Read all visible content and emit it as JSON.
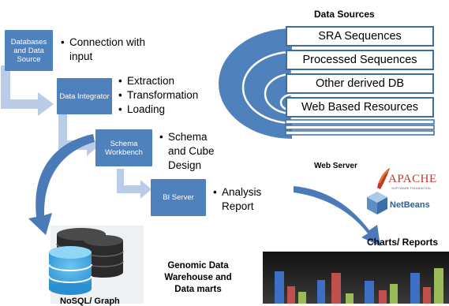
{
  "pipeline": [
    {
      "box": "Databases and Data Source",
      "bullets": [
        "Connection with input"
      ]
    },
    {
      "box": "Data Integrator",
      "bullets": [
        "Extraction",
        "Transformation",
        "Loading"
      ]
    },
    {
      "box": "Schema Workbench",
      "bullets": [
        "Schema and Cube Design"
      ]
    },
    {
      "box": "BI Server",
      "bullets": [
        "Analysis Report"
      ]
    }
  ],
  "data_sources": {
    "title": "Data Sources",
    "items": [
      "SRA Sequences",
      "Processed Sequences",
      "Other derived DB",
      "Web Based Resources"
    ]
  },
  "web_server": {
    "label": "Web Server",
    "apache_logo": "APACHE",
    "apache_sub": "SOFTWARE FOUNDATION",
    "netbeans_logo": "NetBeans"
  },
  "warehouse": {
    "label": "Genomic Data Warehouse and Data marts",
    "caption": "NoSQL/ Graph"
  },
  "charts": {
    "title": "Charts/ Reports"
  },
  "colors": {
    "box": "#4f81bd",
    "arrow": "#4a7ab8",
    "light_arrow": "#b4c6e7",
    "disk": "#3ea5e0"
  }
}
